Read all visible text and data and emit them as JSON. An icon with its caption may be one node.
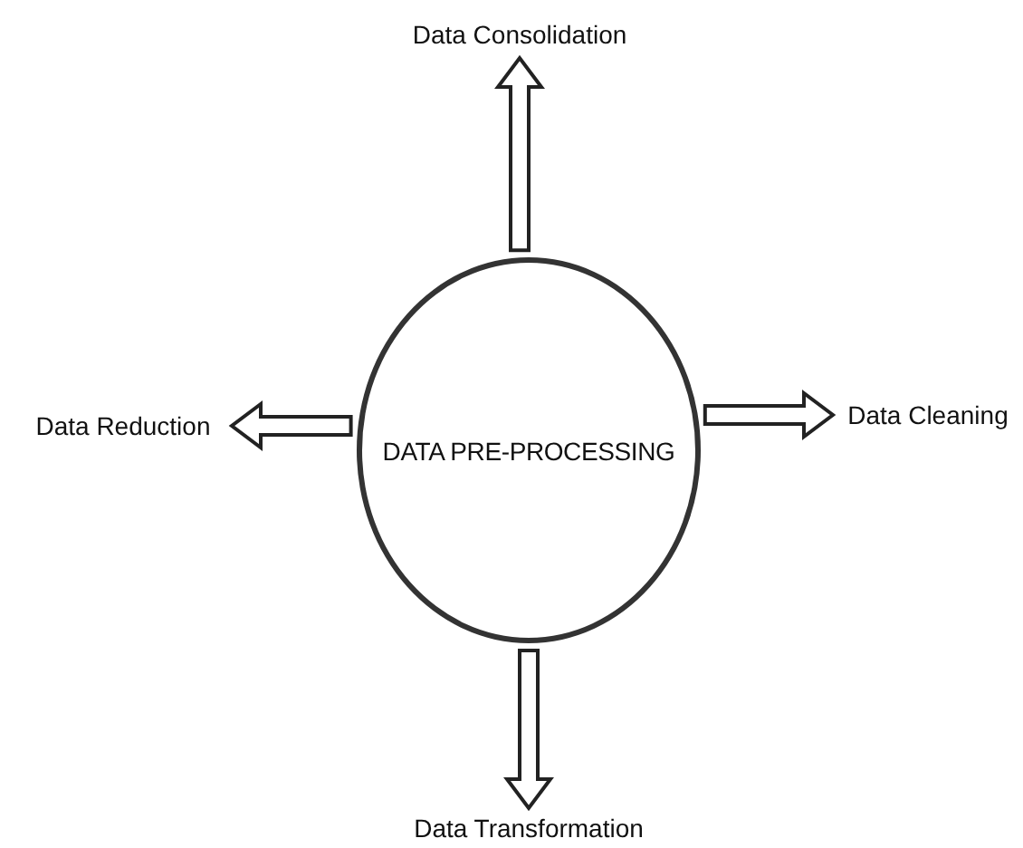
{
  "diagram": {
    "nodes": [
      {
        "text": [
          "DATA PRE-PROCESSING"
        ]
      },
      {
        "text": [
          "Data Consolidation"
        ]
      },
      {
        "text": [
          "Data Cleaning"
        ]
      },
      {
        "text": [
          "Data Transformation"
        ]
      },
      {
        "text": [
          "Data Reduction"
        ]
      }
    ],
    "edges": [
      {
        "from": 0,
        "to": 1,
        "arrow": "to"
      },
      {
        "from": 0,
        "to": 2,
        "arrow": "to"
      },
      {
        "from": 0,
        "to": 3,
        "arrow": "to"
      },
      {
        "from": 0,
        "to": 4,
        "arrow": "to"
      }
    ]
  }
}
